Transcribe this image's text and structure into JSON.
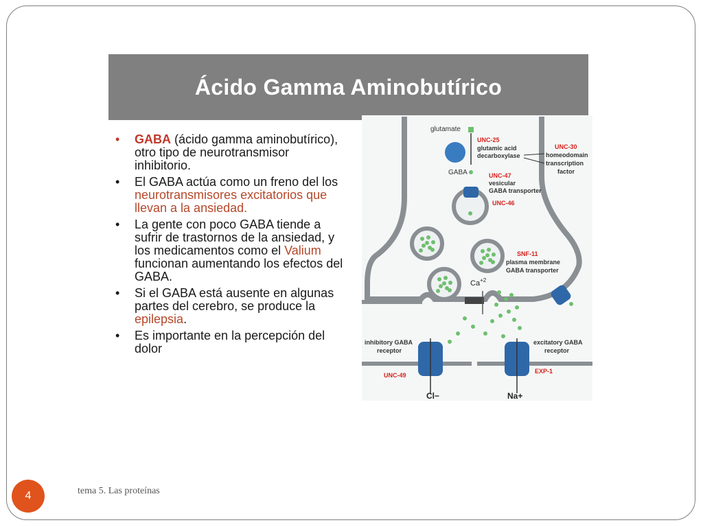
{
  "slide": {
    "title": "Ácido Gamma Aminobutírico",
    "page_number": "4",
    "footer": "tema 5. Las proteínas"
  },
  "bullets": [
    {
      "parts": [
        {
          "text": "GABA",
          "style": "hl-b"
        },
        {
          "text": " (ácido gamma aminobutírico), otro tipo de neurotransmisor inhibitorio."
        }
      ]
    },
    {
      "parts": [
        {
          "text": "El GABA actúa como un freno del los "
        },
        {
          "text": "neurotransmisores excitatorios que llevan a la ansiedad.",
          "style": "hl"
        }
      ]
    },
    {
      "parts": [
        {
          "text": "La gente con poco GABA tiende a sufrir de trastornos de la ansiedad, y los medicamentos como el "
        },
        {
          "text": "Valium",
          "style": "hl"
        },
        {
          "text": " funcionan aumentando los efectos del GABA."
        }
      ]
    },
    {
      "parts": [
        {
          "text": "Si el GABA está ausente en algunas partes del cerebro, se produce la "
        },
        {
          "text": "epilepsia",
          "style": "hl"
        },
        {
          "text": "."
        }
      ]
    },
    {
      "parts": [
        {
          "text": "Es importante en la percepción del dolor"
        }
      ]
    }
  ],
  "diagram": {
    "glutamate": "glutamate",
    "unc25": "UNC-25",
    "gad1": "glutamic acid",
    "gad2": "decarboxylase",
    "unc30": "UNC-30",
    "homeo1": "homeodomain",
    "homeo2": "transcription",
    "homeo3": "factor",
    "gaba": "GABA",
    "unc47": "UNC-47",
    "vesic1": "vesicular",
    "vesic2": "GABA transporter",
    "unc46": "UNC-46",
    "snf11": "SNF-11",
    "pm1": "plasma membrane",
    "pm2": "GABA transporter",
    "ca": "Ca",
    "ca_sup": "+2",
    "inh1": "inhibitory GABA",
    "inh2": "receptor",
    "unc49": "UNC-49",
    "exc1": "excitatory GABA",
    "exc2": "receptor",
    "exp1": "EXP-1",
    "cl": "Cl",
    "na": "Na+"
  }
}
